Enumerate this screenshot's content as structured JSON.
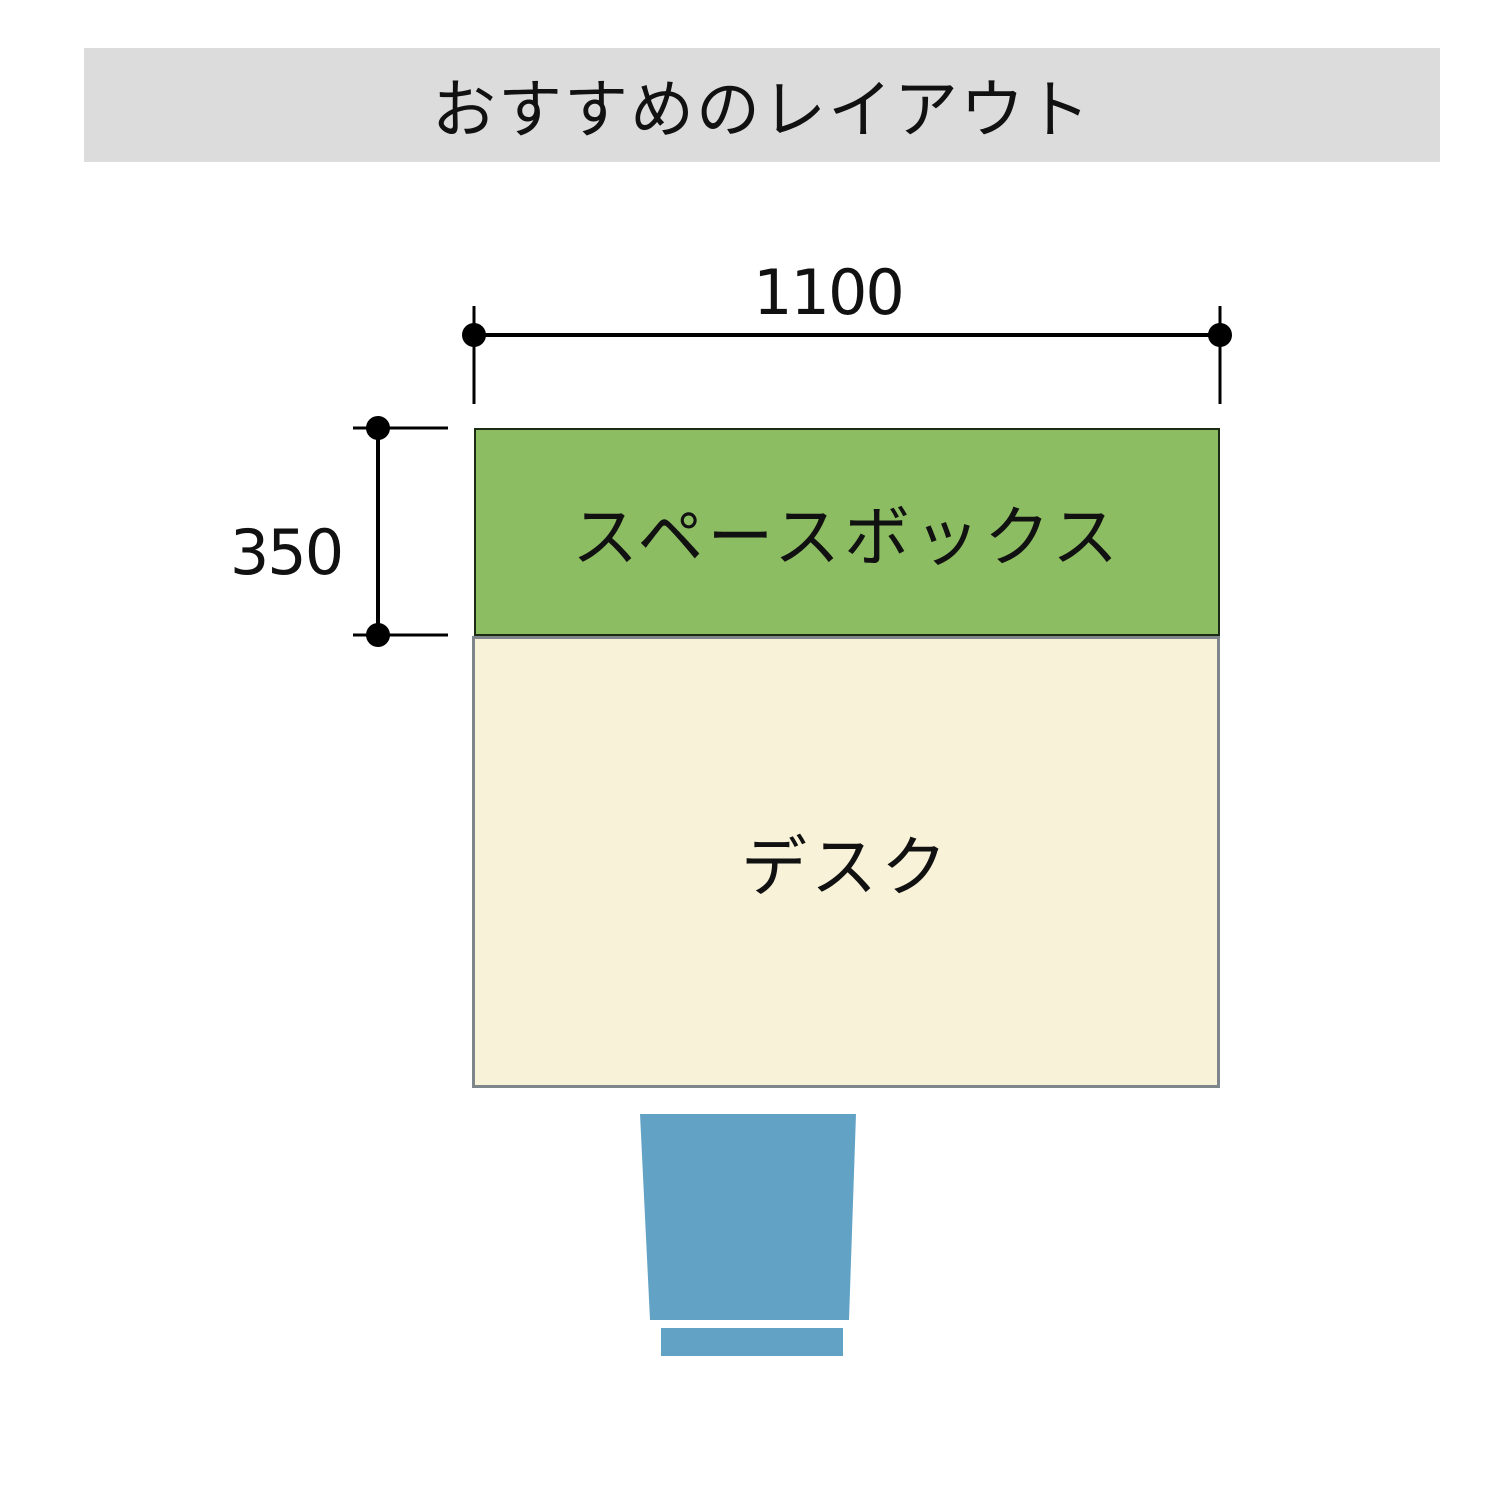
{
  "header": {
    "title": "おすすめのレイアウト"
  },
  "dimensions": {
    "width_label": "1100",
    "height_label": "350"
  },
  "layout": {
    "space_box": {
      "label": "スペースボックス",
      "color": "#8cbd62"
    },
    "desk": {
      "label": "デスク",
      "color": "#f8f2d8"
    },
    "chair": {
      "label": "chair",
      "color": "#62a3c5"
    }
  },
  "colors": {
    "title_bar": "#dcdcdc",
    "dimension_lines": "#000000",
    "desk_border": "#7e858b"
  }
}
